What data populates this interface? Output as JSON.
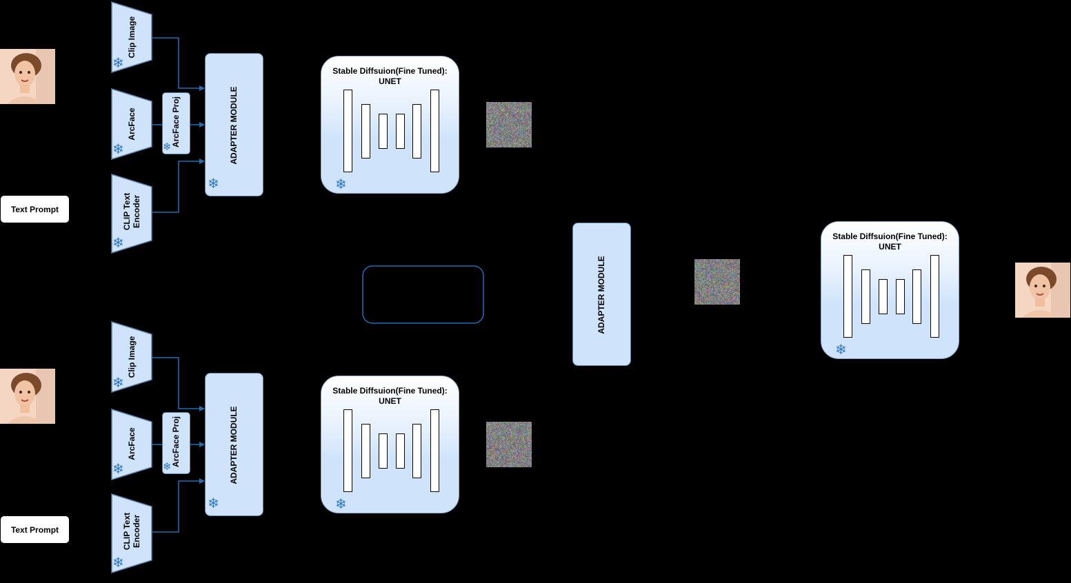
{
  "colors": {
    "background": "#000000",
    "module_fill": "#cfe4fb",
    "connector": "#1f6fb8",
    "snowflake": "#2e78c7"
  },
  "icons": {
    "frozen": "snowflake-icon",
    "face": "face-photo",
    "noise": "noise-latent"
  },
  "labels": {
    "clip_image": "Clip Image",
    "arcface": "ArcFace",
    "arcface_proj": "ArcFace Proj",
    "clip_text_line1": "CLIP Text",
    "clip_text_line2": "Encoder",
    "text_prompt": "Text Prompt",
    "adapter": "ADAPTER MODULE",
    "unet_line1": "Stable Diffsuion(Fine Tuned):",
    "unet_line2": "UNET"
  }
}
